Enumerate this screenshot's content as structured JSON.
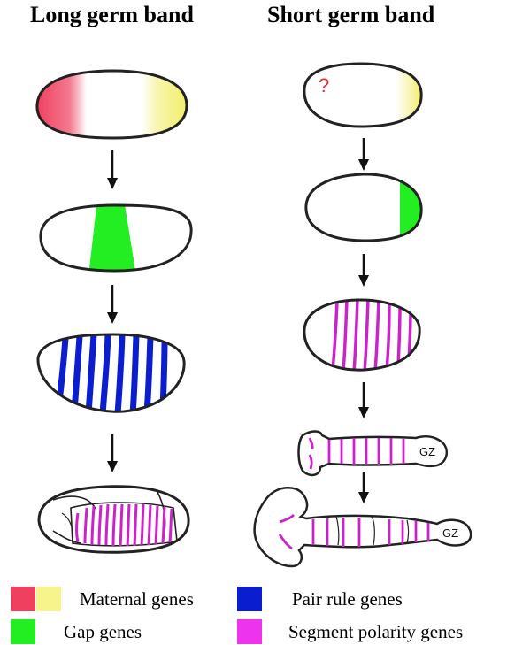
{
  "titles": {
    "long": "Long germ band",
    "short": "Short germ band"
  },
  "annotations": {
    "question_mark": "?",
    "growth_zone": "GZ"
  },
  "legend": [
    {
      "label": "Maternal genes",
      "colors": [
        "#f0405f",
        "#f6f48a"
      ]
    },
    {
      "label": "Gap genes",
      "colors": [
        "#22ee22"
      ]
    },
    {
      "label": "Pair rule genes",
      "colors": [
        "#0a1ecf"
      ]
    },
    {
      "label": "Segment polarity genes",
      "colors": [
        "#ee33ee"
      ]
    }
  ],
  "colors": {
    "maternal_anterior": "#f0405f",
    "maternal_posterior": "#f6f48a",
    "gap": "#22ee22",
    "pair_rule": "#0a1ecf",
    "segment_polarity": "#cc22cc",
    "outline": "#222222"
  }
}
